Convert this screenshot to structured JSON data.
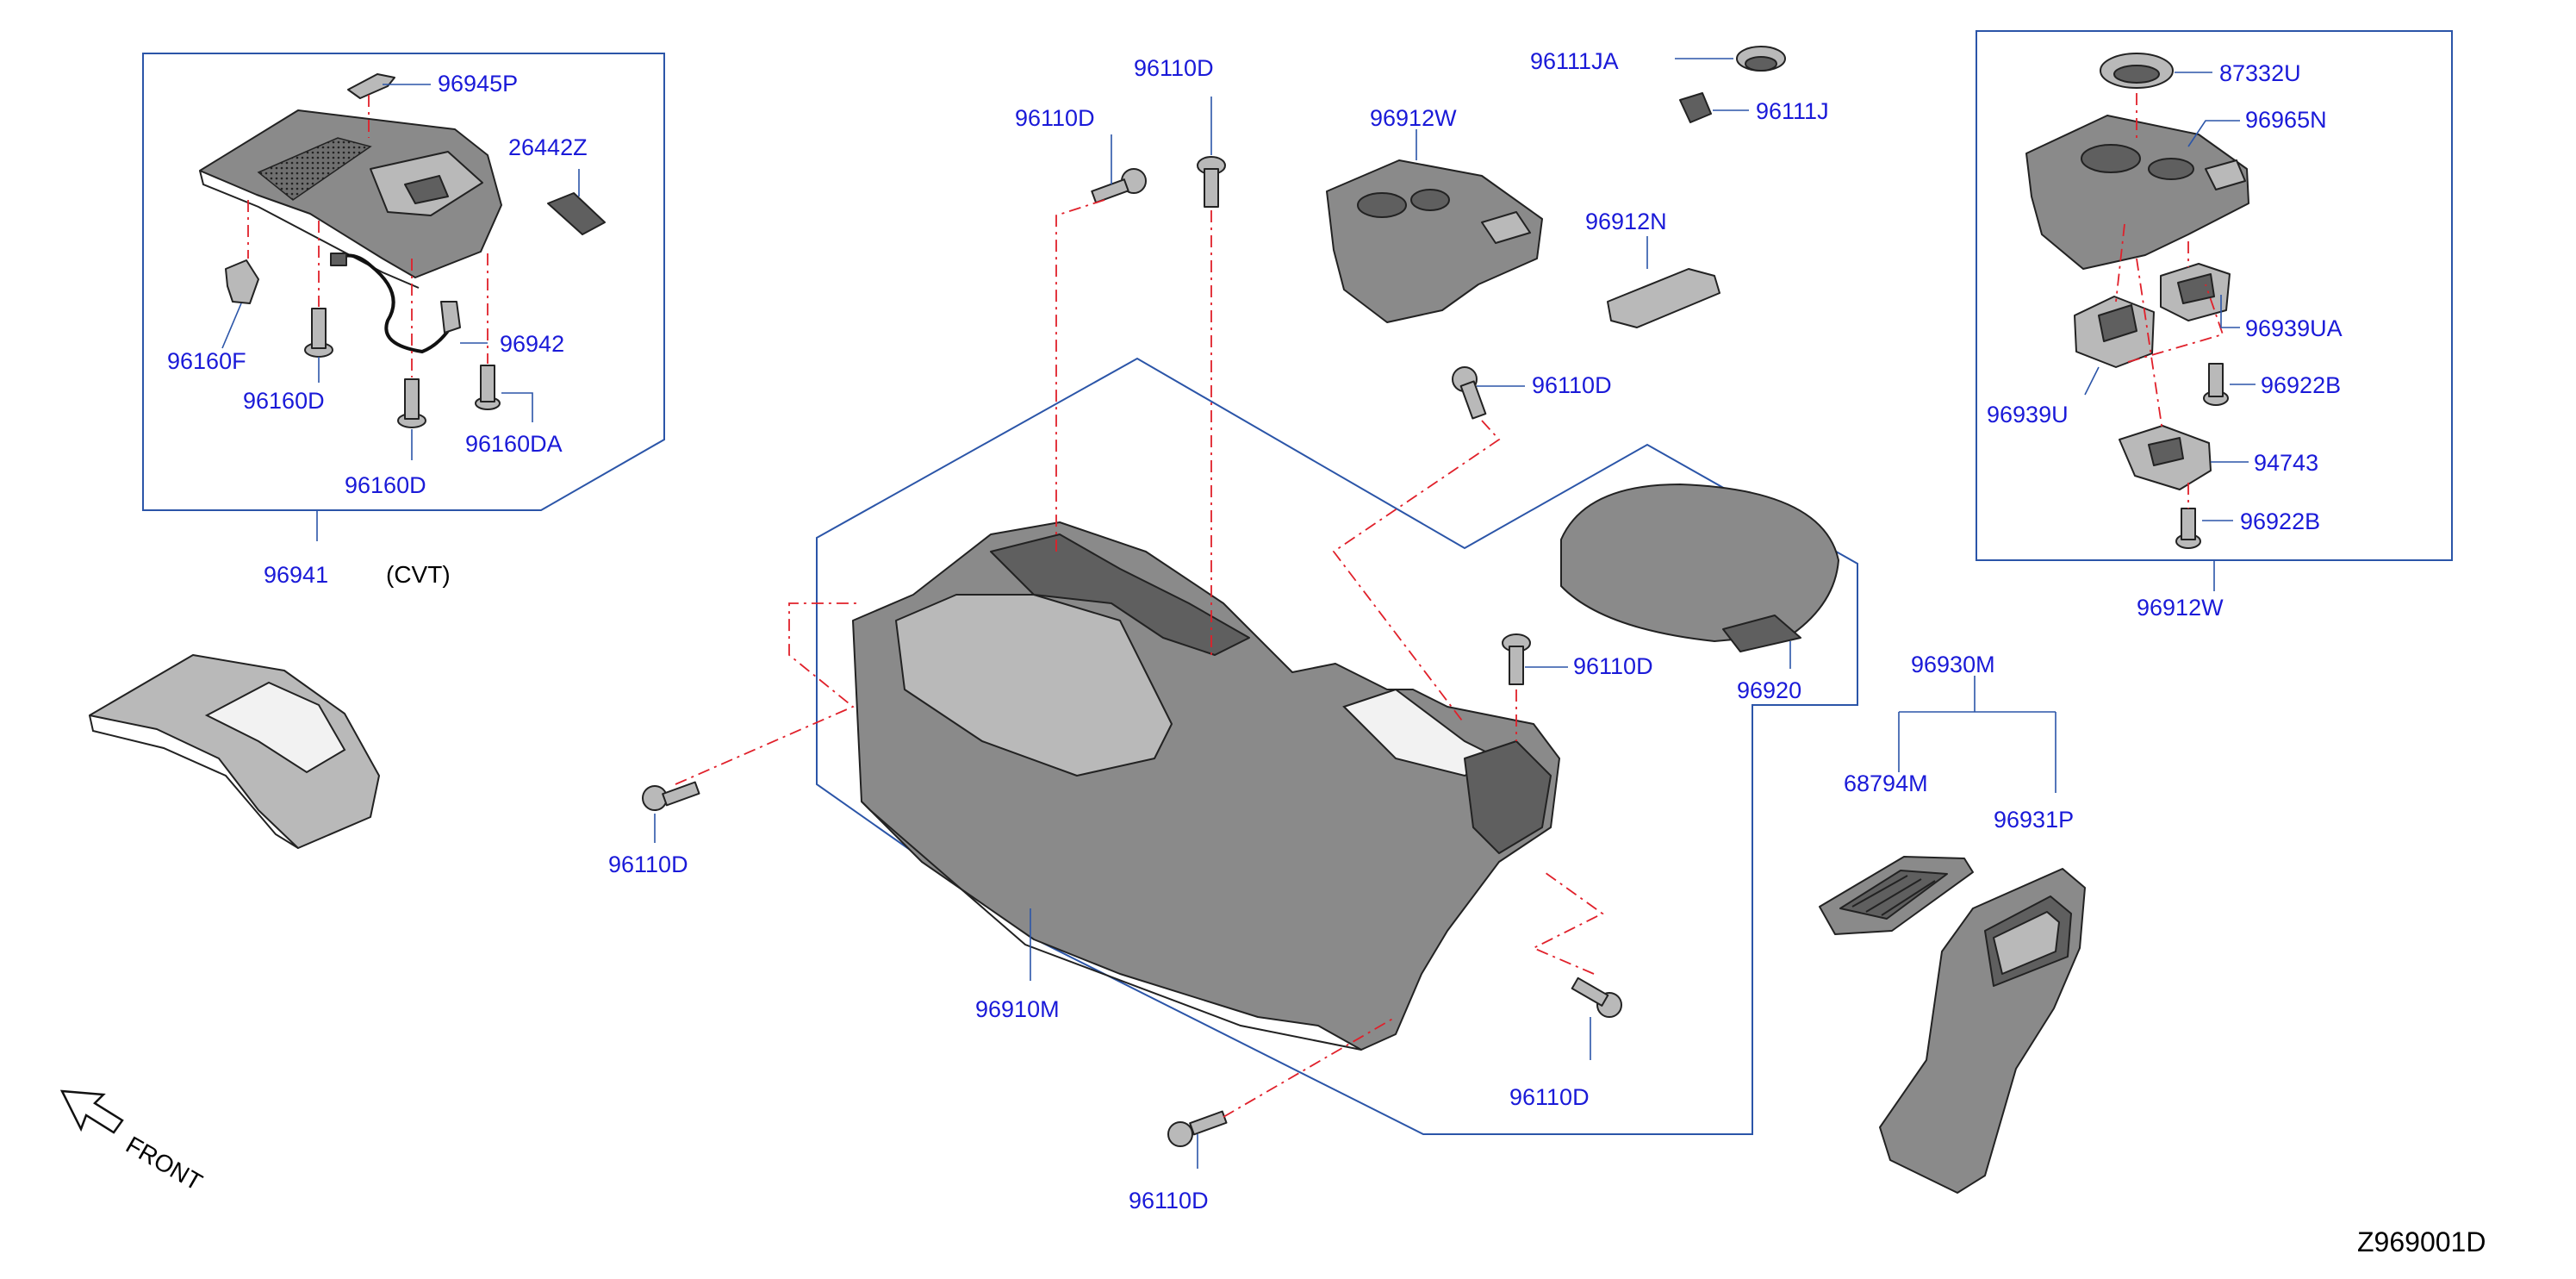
{
  "diagram_code": "Z969001D",
  "front_label": "FRONT",
  "cvt_label": "(CVT)",
  "labels": {
    "p96945P": "96945P",
    "p26442Z": "26442Z",
    "p96160F": "96160F",
    "p96160D_a": "96160D",
    "p96942": "96942",
    "p96160DA": "96160DA",
    "p96160D_b": "96160D",
    "p96941": "96941",
    "p96110D_1": "96110D",
    "p96110D_2": "96110D",
    "p96912W_top": "96912W",
    "p96111JA": "96111JA",
    "p96111J": "96111J",
    "p96912N": "96912N",
    "p96110D_3": "96110D",
    "p87332U": "87332U",
    "p96965N": "96965N",
    "p96939UA": "96939UA",
    "p96939U": "96939U",
    "p96922B_a": "96922B",
    "p94743": "94743",
    "p96922B_b": "96922B",
    "p96912W_box": "96912W",
    "p96920": "96920",
    "p96110D_4": "96110D",
    "p96110D_5": "96110D",
    "p96910M": "96910M",
    "p96110D_6": "96110D",
    "p96110D_7": "96110D",
    "p96930M": "96930M",
    "p68794M": "68794M",
    "p96931P": "96931P"
  }
}
